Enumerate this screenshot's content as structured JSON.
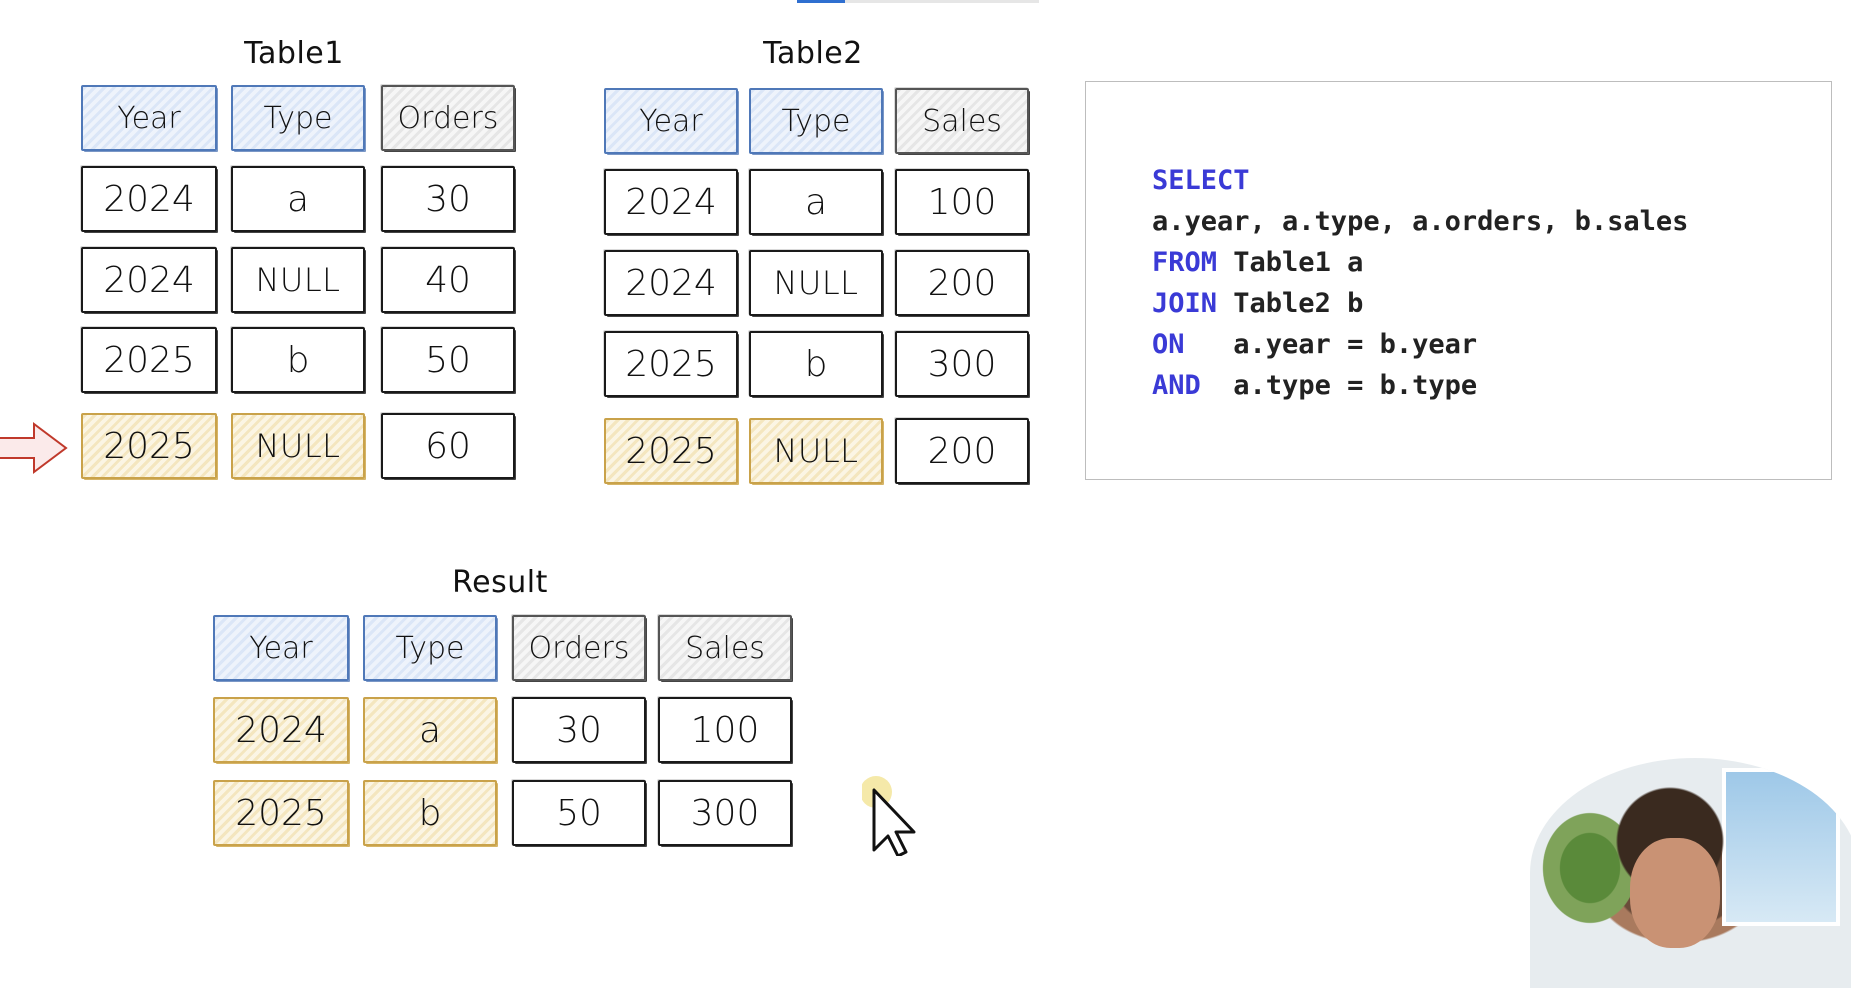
{
  "table1": {
    "title": "Table1",
    "headers": [
      "Year",
      "Type",
      "Orders"
    ],
    "rows": [
      [
        "2024",
        "a",
        "30"
      ],
      [
        "2024",
        "NULL",
        "40"
      ],
      [
        "2025",
        "b",
        "50"
      ],
      [
        "2025",
        "NULL",
        "60"
      ]
    ]
  },
  "table2": {
    "title": "Table2",
    "headers": [
      "Year",
      "Type",
      "Sales"
    ],
    "rows": [
      [
        "2024",
        "a",
        "100"
      ],
      [
        "2024",
        "NULL",
        "200"
      ],
      [
        "2025",
        "b",
        "300"
      ],
      [
        "2025",
        "NULL",
        "200"
      ]
    ]
  },
  "result": {
    "title": "Result",
    "headers": [
      "Year",
      "Type",
      "Orders",
      "Sales"
    ],
    "rows": [
      [
        "2024",
        "a",
        "30",
        "100"
      ],
      [
        "2025",
        "b",
        "50",
        "300"
      ]
    ]
  },
  "sql": {
    "line1_kw": "SELECT",
    "line2": "a.year, a.type, a.orders, b.sales",
    "line3_kw": "FROM",
    "line3": " Table1 a",
    "line4_kw": "JOIN",
    "line4": " Table2 b",
    "line5_kw": "ON",
    "line5": "   a.year = b.year",
    "line6_kw": "AND",
    "line6": "  a.type = b.type"
  },
  "colors": {
    "header_key": "#4f78b8",
    "header_value": "#555555",
    "highlight": "#c9a24a",
    "keyword": "#3a3ad6",
    "arrow": "#c0392b"
  },
  "icons": [
    "arrow-right-icon",
    "mouse-cursor-icon"
  ]
}
